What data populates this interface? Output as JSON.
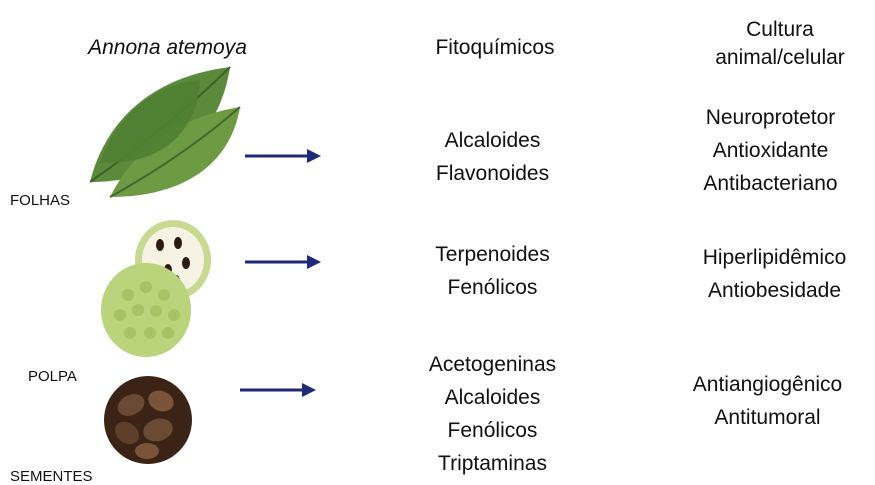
{
  "species": "Annona atemoya",
  "headers": {
    "phytochemicals": "Fitoquímicos",
    "culture_line1": "Cultura",
    "culture_line2": "animal/celular"
  },
  "rows": [
    {
      "part": "FOLHAS",
      "compounds": [
        "Alcaloides",
        "Flavonoides"
      ],
      "activities": [
        "Neuroprotetor",
        "Antioxidante",
        "Antibacteriano"
      ]
    },
    {
      "part": "POLPA",
      "compounds": [
        "Terpenoides",
        "Fenólicos"
      ],
      "activities": [
        "Hiperlipidêmico",
        "Antiobesidade"
      ]
    },
    {
      "part": "SEMENTES",
      "compounds": [
        "Acetogeninas",
        "Alcaloides",
        "Fenólicos",
        "Triptaminas"
      ],
      "activities": [
        "Antiangiogênico",
        "Antitumoral"
      ]
    }
  ],
  "colors": {
    "arrow": "#1f2a7a",
    "leaf": "#5b8a3a",
    "fruit": "#b9d47a",
    "seed": "#4a2e1c"
  }
}
